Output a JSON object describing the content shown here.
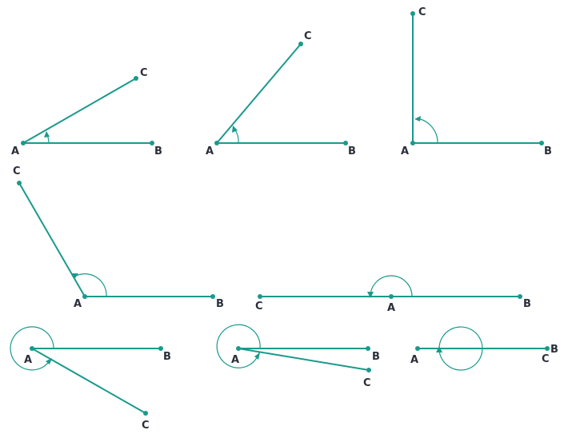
{
  "colors": {
    "accent": "#1a9a8c",
    "label": "#2a2f3a"
  },
  "labels": {
    "a": "A",
    "b": "B",
    "c": "C"
  }
}
